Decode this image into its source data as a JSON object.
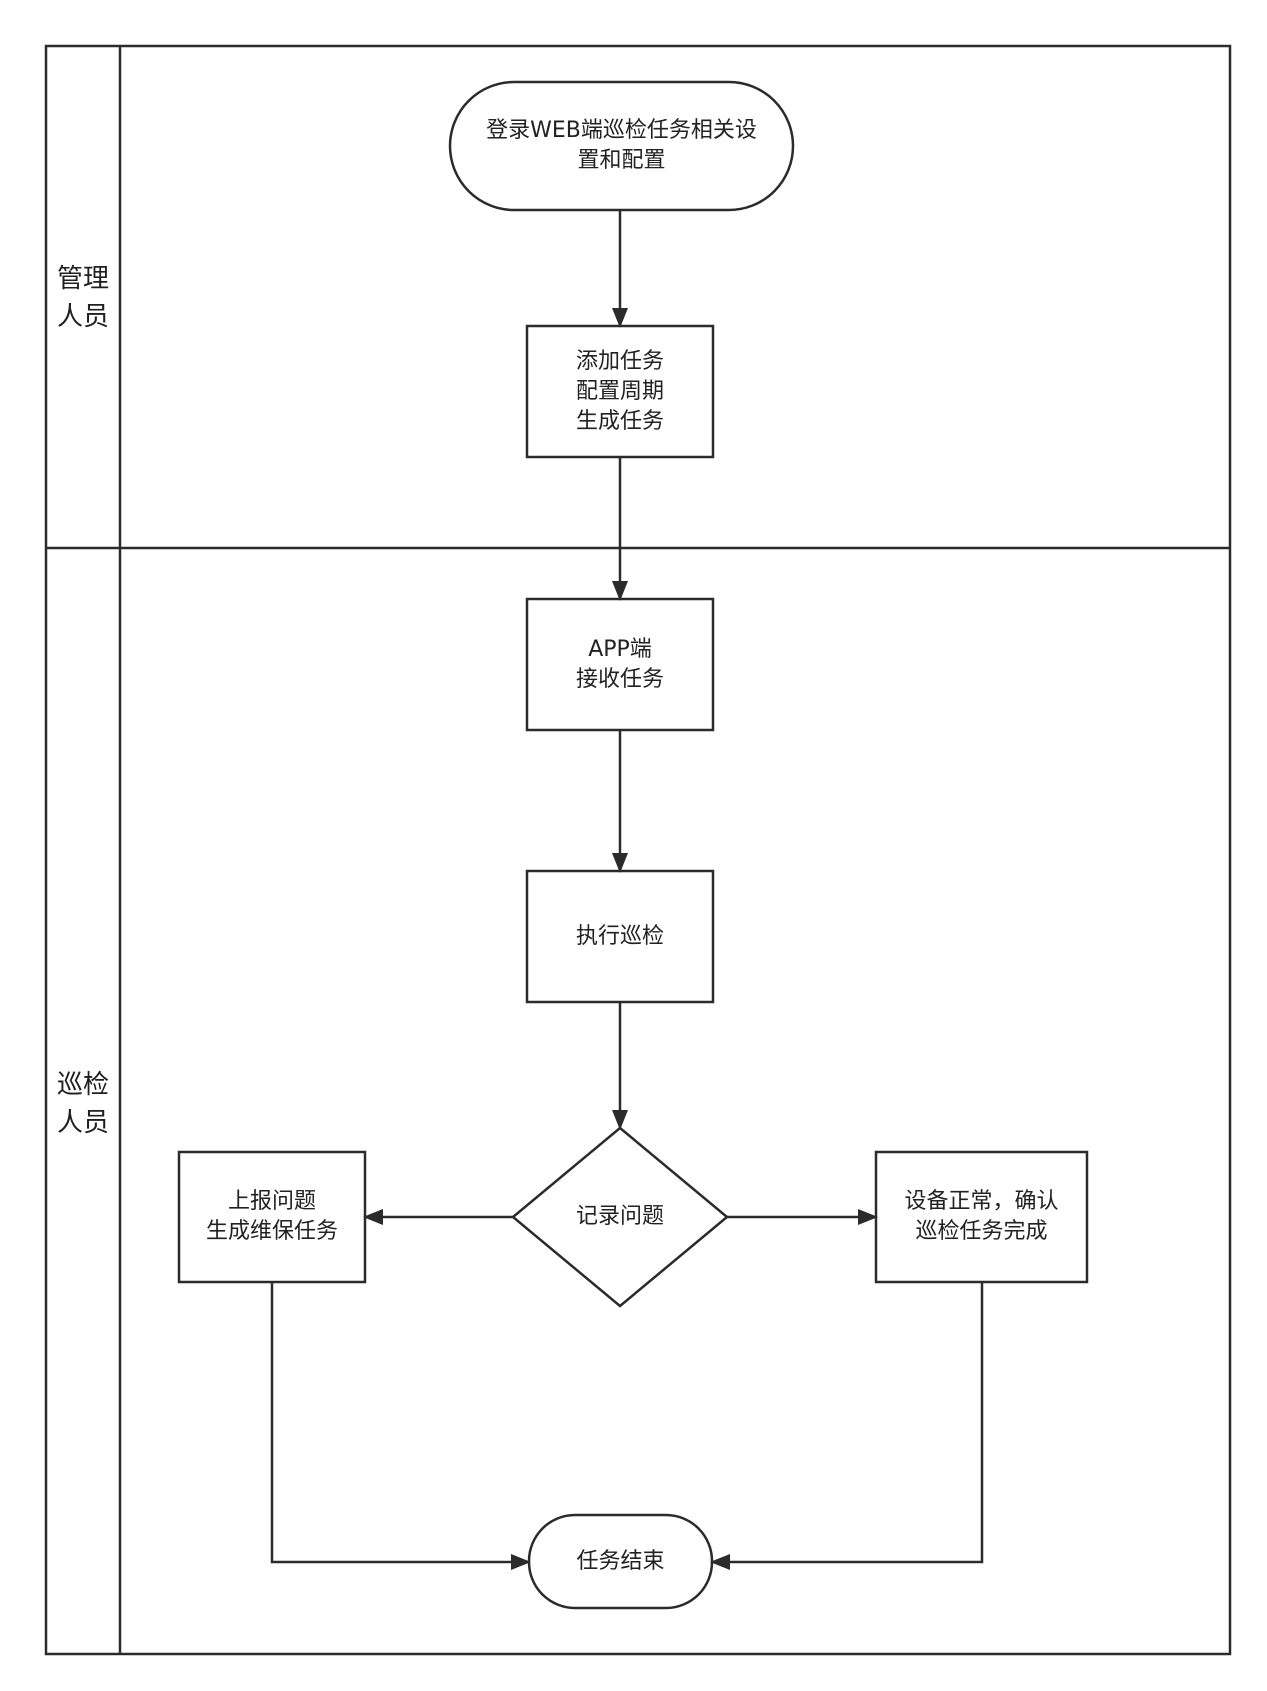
{
  "lanes": [
    {
      "id": "manager",
      "label_lines": [
        "管理",
        "人员"
      ]
    },
    {
      "id": "inspector",
      "label_lines": [
        "巡检",
        "人员"
      ]
    }
  ],
  "nodes": {
    "start": {
      "lines": [
        "登录WEB端巡检任务相关设",
        "置和配置"
      ]
    },
    "add_task": {
      "lines": [
        "添加任务",
        "配置周期",
        "生成任务"
      ]
    },
    "app_receive": {
      "lines": [
        "APP端",
        "接收任务"
      ]
    },
    "execute": {
      "lines": [
        "执行巡检"
      ]
    },
    "record": {
      "lines": [
        "记录问题"
      ]
    },
    "report": {
      "lines": [
        "上报问题",
        "生成维保任务"
      ]
    },
    "confirm": {
      "lines": [
        "设备正常，确认",
        "巡检任务完成"
      ]
    },
    "end": {
      "lines": [
        "任务结束"
      ]
    }
  },
  "colors": {
    "stroke": "#2b2b2b",
    "text": "#222222",
    "background": "#ffffff"
  }
}
